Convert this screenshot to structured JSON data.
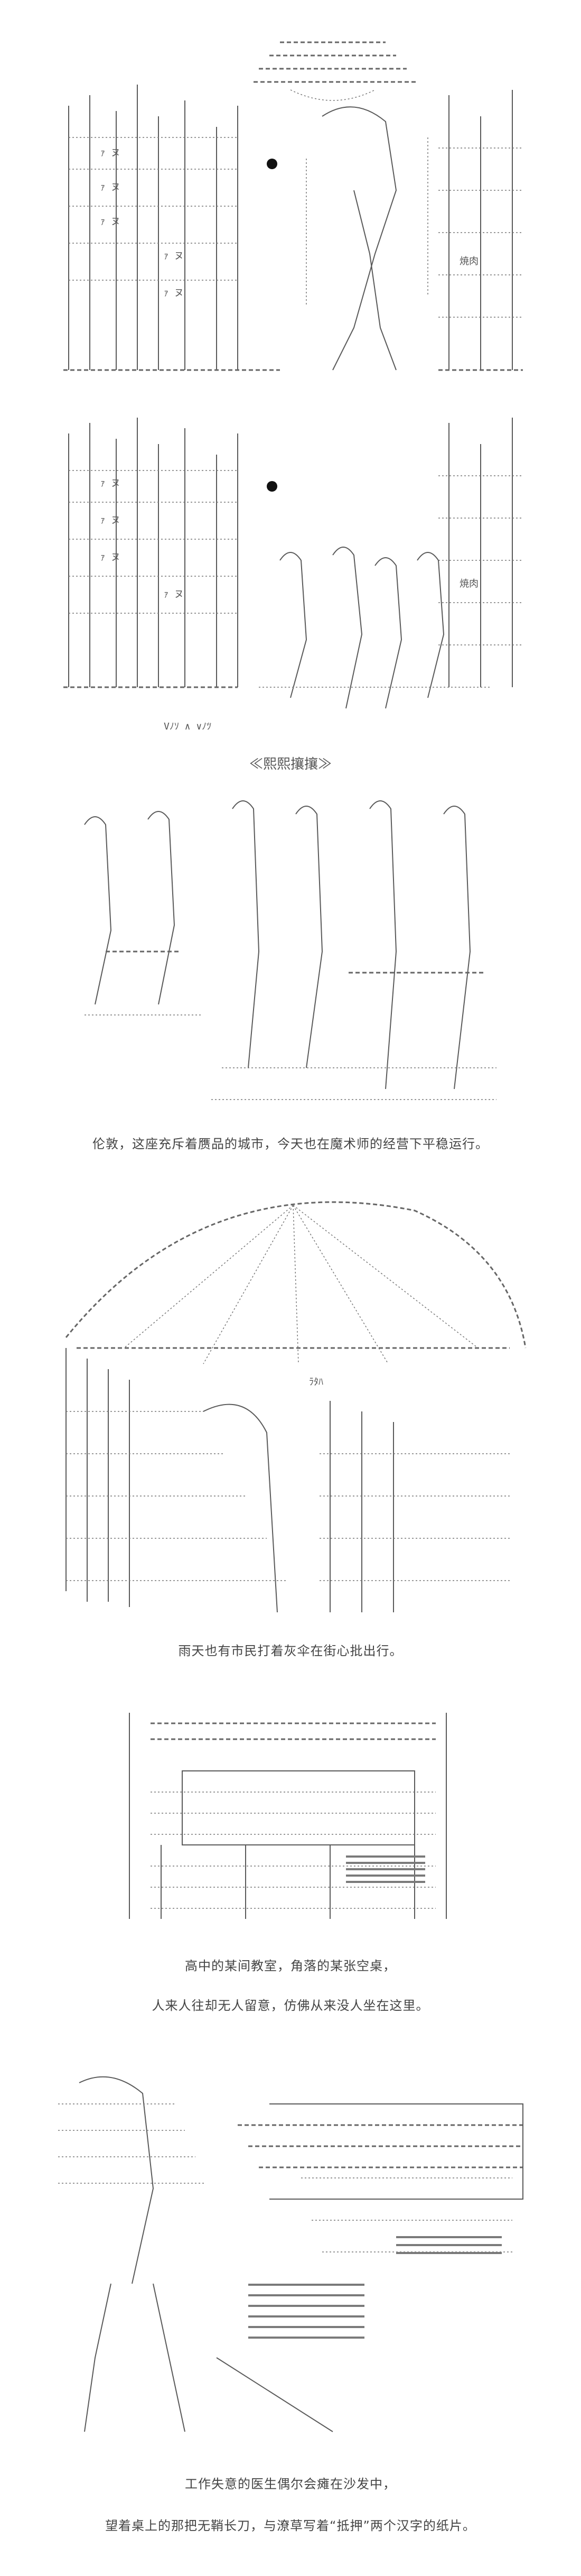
{
  "panels": {
    "city_top": {
      "signs": [
        "ｧ ヌ",
        "ｧ ヌ",
        "ｧ ヌ",
        "ｧ ヌ",
        "ｧ ヌ"
      ],
      "shop": "焼肉"
    },
    "city_bottom": {
      "signs": [
        "ｧ ヌ",
        "ｧ ヌ",
        "ｧ ヌ",
        "ｧ ヌ"
      ],
      "shop": "焼肉",
      "bottom_text": "Vﾉｿ ∧ ∨ﾉﾂ"
    },
    "umbrella": {
      "label": "ﾗﾀﾊ"
    }
  },
  "sfx": "≪熙熙攘攘≫",
  "captions": {
    "city": "伦敦，这座充斥着赝品的城市，今天也在魔术师的经营下平稳运行。",
    "umbrella": "雨天也有市民打着灰伞在街心批出行。",
    "classroom_1": "高中的某间教室，角落的某张空桌，",
    "classroom_2": "人来人往却无人留意，仿佛从来没人坐在这里。",
    "doctor_1": "工作失意的医生偶尔会瘫在沙发中，",
    "doctor_2": "望着桌上的那把无鞘长刀，与潦草写着“抵押”两个汉字的纸片。"
  }
}
